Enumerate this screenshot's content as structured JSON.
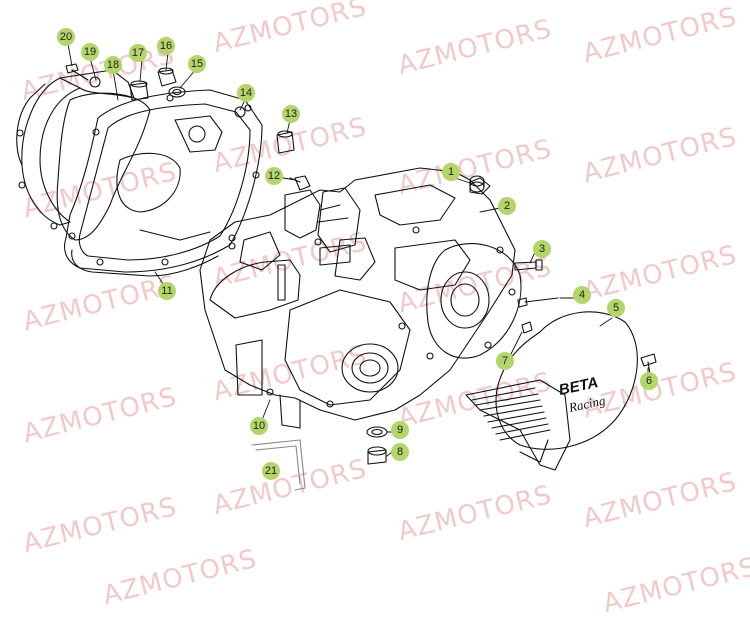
{
  "watermark": "AZMOTORS",
  "callouts": [
    {
      "id": "20",
      "text": "20"
    },
    {
      "id": "19",
      "text": "19"
    },
    {
      "id": "18",
      "text": "18"
    },
    {
      "id": "17",
      "text": "17"
    },
    {
      "id": "16",
      "text": "16"
    },
    {
      "id": "15",
      "text": "15"
    },
    {
      "id": "14",
      "text": "14"
    },
    {
      "id": "13",
      "text": "13"
    },
    {
      "id": "12",
      "text": "12"
    },
    {
      "id": "11",
      "text": "11"
    },
    {
      "id": "1",
      "text": "1"
    },
    {
      "id": "2",
      "text": "2"
    },
    {
      "id": "3",
      "text": "3"
    },
    {
      "id": "4",
      "text": "4"
    },
    {
      "id": "5",
      "text": "5"
    },
    {
      "id": "6",
      "text": "6"
    },
    {
      "id": "7",
      "text": "7"
    },
    {
      "id": "8",
      "text": "8"
    },
    {
      "id": "9",
      "text": "9"
    },
    {
      "id": "10",
      "text": "10"
    },
    {
      "id": "21",
      "text": "21"
    }
  ],
  "cover_logo": {
    "brand": "BETA",
    "script": "Racing"
  },
  "colors": {
    "callout": "#b3d56a",
    "watermark": "#f2c9c9",
    "line": "#111111"
  }
}
